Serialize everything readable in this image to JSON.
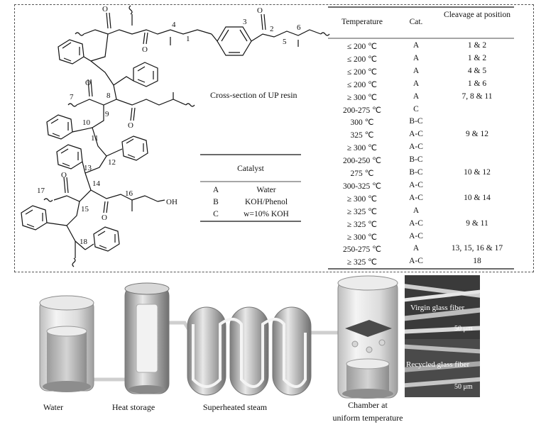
{
  "molecule": {
    "numbers": [
      "1",
      "2",
      "3",
      "4",
      "5",
      "6",
      "7",
      "8",
      "9",
      "10",
      "11",
      "12",
      "13",
      "14",
      "15",
      "16",
      "17",
      "18"
    ],
    "terminal_group": "OH",
    "oxygen": "O",
    "caption": "Cross-section of UP resin"
  },
  "catalyst_legend": {
    "header": "Catalyst",
    "rows": [
      {
        "code": "A",
        "name": "Water"
      },
      {
        "code": "B",
        "name": "KOH/Phenol"
      },
      {
        "code": "C",
        "name": "w=10% KOH"
      }
    ]
  },
  "cleavage_table": {
    "headers": {
      "temperature": "Temperature",
      "catalyst": "Cat.",
      "position": "Cleavage at position"
    },
    "rows": [
      {
        "temp": "≤ 200 ℃",
        "cat": "A",
        "pos": "1 & 2"
      },
      {
        "temp": "≤ 200 ℃",
        "cat": "A",
        "pos": "1 & 2"
      },
      {
        "temp": "≤ 200 ℃",
        "cat": "A",
        "pos": "4 & 5"
      },
      {
        "temp": "≤ 200 ℃",
        "cat": "A",
        "pos": "1 & 6"
      },
      {
        "temp": "≥ 300 ℃",
        "cat": "A",
        "pos": "7, 8 & 11"
      },
      {
        "temp": "200-275 ℃",
        "cat": "C",
        "pos": ""
      },
      {
        "temp": "300 ℃",
        "cat": "B-C",
        "pos": ""
      },
      {
        "temp": "325 ℃",
        "cat": "A-C",
        "pos": "9 & 12"
      },
      {
        "temp": "≥ 300 ℃",
        "cat": "A-C",
        "pos": ""
      },
      {
        "temp": "200-250 ℃",
        "cat": "B-C",
        "pos": ""
      },
      {
        "temp": "275 ℃",
        "cat": "B-C",
        "pos": "10 & 12"
      },
      {
        "temp": "300-325 ℃",
        "cat": "A-C",
        "pos": ""
      },
      {
        "temp": "≥ 300 ℃",
        "cat": "A-C",
        "pos": "10 & 14"
      },
      {
        "temp": "≥ 325 ℃",
        "cat": "A",
        "pos": ""
      },
      {
        "temp": "≥ 325 ℃",
        "cat": "A-C",
        "pos": "9 & 11"
      },
      {
        "temp": "≥ 300 ℃",
        "cat": "A-C",
        "pos": ""
      },
      {
        "temp": "250-275 ℃",
        "cat": "A",
        "pos": "13, 15, 16 & 17"
      },
      {
        "temp": "≥ 325 ℃",
        "cat": "A-C",
        "pos": "18"
      }
    ]
  },
  "process": {
    "labels": [
      "Water",
      "Heat storage",
      "Superheated steam",
      "Chamber at",
      "uniform temperature"
    ]
  },
  "micrographs": {
    "virgin_label": "Virgin glass fiber",
    "recycled_label": "Recycled glass fiber",
    "scale": "50 μm"
  },
  "colors": {
    "line": "#111111",
    "vessel": "#9a9a9a",
    "micro_bg": "#3a3a3a"
  }
}
